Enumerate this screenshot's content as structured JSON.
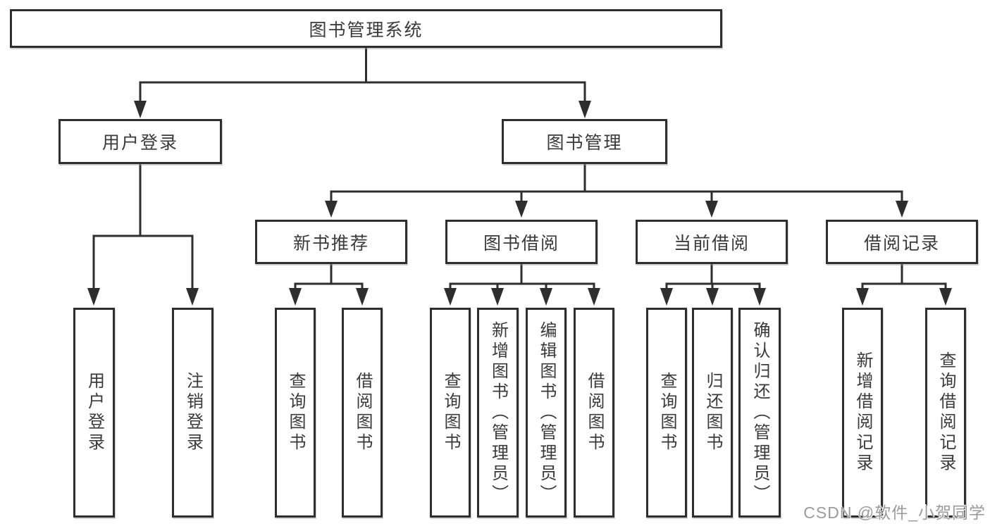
{
  "diagram": {
    "root": {
      "label": "图书管理系统"
    },
    "user_login": {
      "label": "用户登录",
      "children": [
        {
          "label": "用户登录"
        },
        {
          "label": "注销登录"
        }
      ]
    },
    "book_mgmt": {
      "label": "图书管理",
      "sections": [
        {
          "label": "新书推荐",
          "children": [
            {
              "label": "查询图书"
            },
            {
              "label": "借阅图书"
            }
          ]
        },
        {
          "label": "图书借阅",
          "children": [
            {
              "label": "查询图书"
            },
            {
              "label": "新增图书（管理员）"
            },
            {
              "label": "编辑图书（管理员）"
            },
            {
              "label": "借阅图书"
            }
          ]
        },
        {
          "label": "当前借阅",
          "children": [
            {
              "label": "查询图书"
            },
            {
              "label": "归还图书"
            },
            {
              "label": "确认归还（管理员）"
            }
          ]
        },
        {
          "label": "借阅记录",
          "children": [
            {
              "label": "新增借阅记录"
            },
            {
              "label": "查询借阅记录"
            }
          ]
        }
      ]
    },
    "watermark": "CSDN @软件_小贺同学",
    "colors": {
      "line": "#2e2e2e",
      "text": "#3a3a3a",
      "watermark": "#9b9b9b"
    }
  }
}
